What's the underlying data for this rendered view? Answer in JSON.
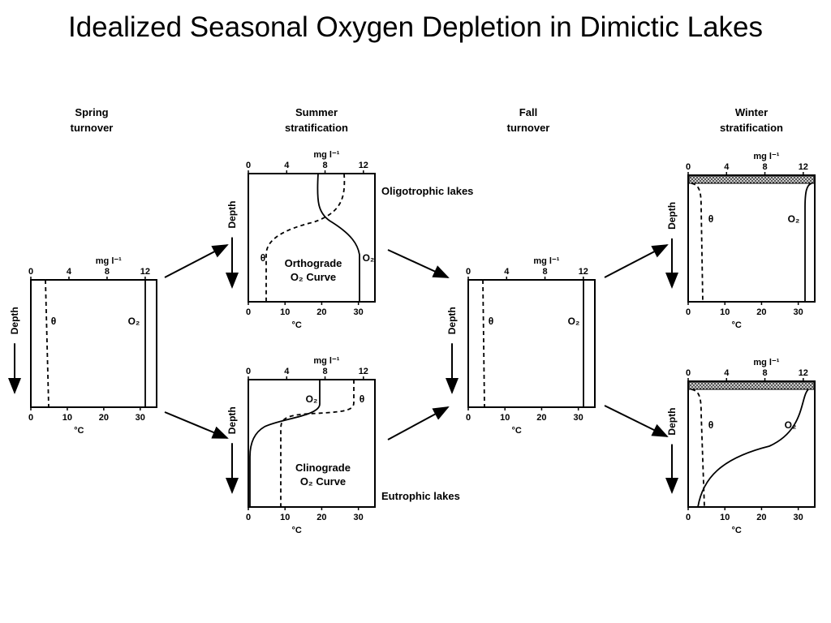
{
  "title": "Idealized Seasonal Oxygen Depletion in Dimictic Lakes",
  "stage_headings": {
    "spring": [
      "Spring",
      "turnover"
    ],
    "summer": [
      "Summer",
      "stratification"
    ],
    "fall": [
      "Fall",
      "turnover"
    ],
    "winter": [
      "Winter",
      "stratification"
    ]
  },
  "axis_labels": {
    "oxygen_unit": "mg l⁻¹",
    "temperature_unit": "°C",
    "depth": "Depth"
  },
  "symbols": {
    "temperature": "θ",
    "oxygen": "O₂"
  },
  "oxygen_ticks": [
    "0",
    "4",
    "8",
    "12"
  ],
  "temperature_ticks": [
    "0",
    "10",
    "20",
    "30"
  ],
  "annotations": {
    "oligotrophic": "Oligotrophic lakes",
    "eutrophic": "Eutrophic lakes",
    "orthograde": [
      "Orthograde",
      "O₂ Curve"
    ],
    "clinograde": [
      "Clinograde",
      "O₂ Curve"
    ]
  },
  "colors": {
    "ink": "#000000",
    "background": "#ffffff",
    "ice_fill": "#cfcfcf"
  },
  "icons": {
    "depth_arrow": "down-arrow-icon",
    "transition_arrow": "right-arrow-icon",
    "ice_layer": "ice-hatch-pattern"
  }
}
